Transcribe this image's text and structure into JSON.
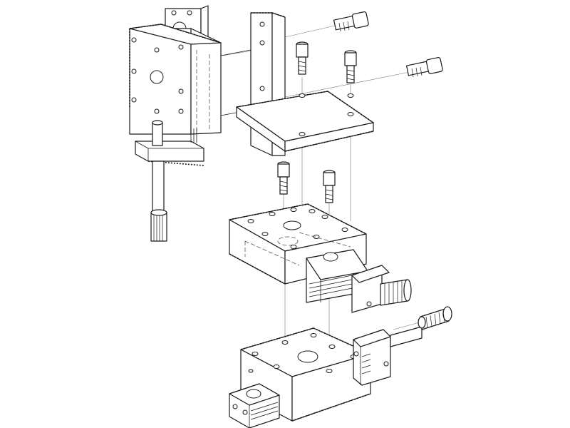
{
  "diagram": {
    "type": "exploded-assembly-line-drawing",
    "colors": {
      "ink": "#1a1a1a",
      "background": "#ffffff",
      "guide": "#777777"
    },
    "parts": [
      "vertical-mount-block",
      "vertical-bracket-plate",
      "angle-bracket-top-plate",
      "cap-screw",
      "micrometer-rod",
      "upper-translation-stage",
      "lower-translation-stage",
      "micrometer-actuator"
    ]
  }
}
